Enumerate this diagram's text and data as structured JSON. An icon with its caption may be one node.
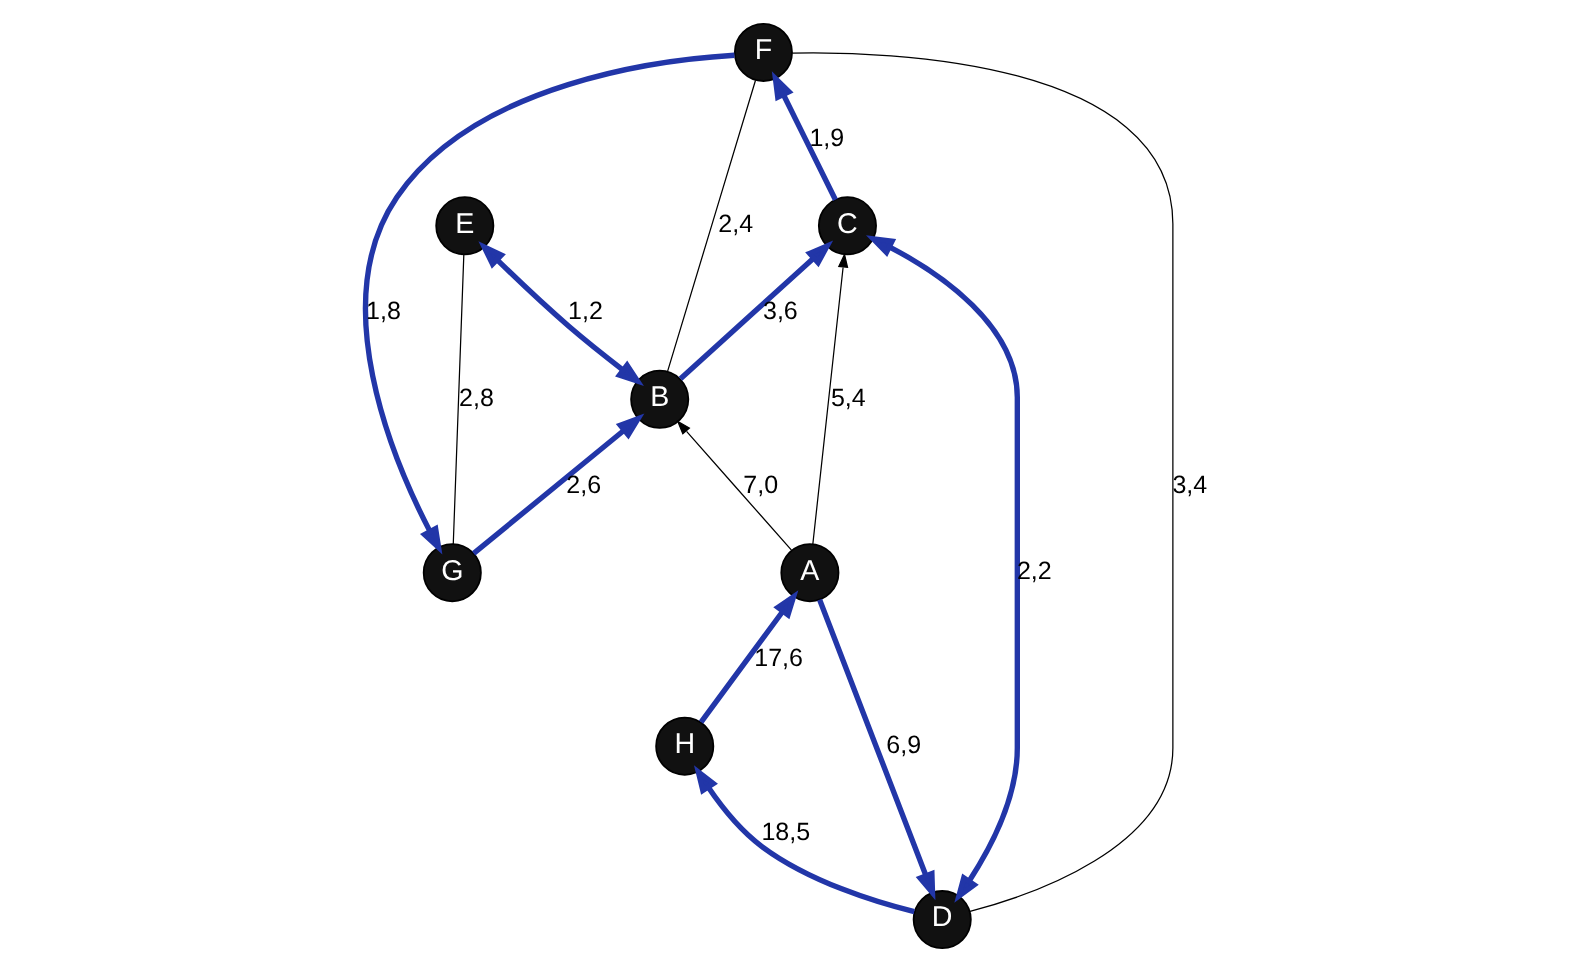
{
  "diagram": {
    "nodes": [
      {
        "text": [
          "G"
        ]
      },
      {
        "text": [
          "F"
        ]
      },
      {
        "text": [
          "E"
        ]
      },
      {
        "text": [
          "D"
        ]
      },
      {
        "text": [
          "H"
        ]
      },
      {
        "text": [
          "C"
        ]
      },
      {
        "text": [
          "B"
        ]
      },
      {
        "text": [
          "A"
        ]
      }
    ],
    "edges": [
      {
        "from": 1,
        "to": 0,
        "arrow": "to",
        "label": "1,8"
      },
      {
        "from": 0,
        "to": 6,
        "arrow": "to",
        "label": "2,6"
      },
      {
        "from": 0,
        "to": 2,
        "arrow": "none",
        "label": "2,8",
        "color": "#000000"
      },
      {
        "from": 3,
        "to": 1,
        "arrow": "none",
        "label": "3,4",
        "color": "#000000"
      },
      {
        "from": 5,
        "to": 1,
        "arrow": "to",
        "label": "1,9"
      },
      {
        "from": 1,
        "to": 6,
        "arrow": "none",
        "label": "2,4",
        "color": "#000000"
      },
      {
        "from": 3,
        "to": 5,
        "arrow": "both",
        "label": "2,2"
      },
      {
        "from": 6,
        "to": 5,
        "arrow": "to",
        "label": "3,6"
      },
      {
        "from": 6,
        "to": 2,
        "arrow": "both",
        "label": "1,2"
      },
      {
        "from": 3,
        "to": 4,
        "arrow": "to",
        "label": "18,5"
      },
      {
        "from": 4,
        "to": 7,
        "arrow": "to",
        "label": "17,6"
      },
      {
        "from": 7,
        "to": 3,
        "arrow": "to",
        "label": "6,9"
      },
      {
        "from": 7,
        "to": 5,
        "arrow": "to",
        "label": "5,4",
        "color": "#000000"
      },
      {
        "from": 7,
        "to": 6,
        "arrow": "to",
        "label": "7,0",
        "color": "#000000"
      }
    ]
  }
}
